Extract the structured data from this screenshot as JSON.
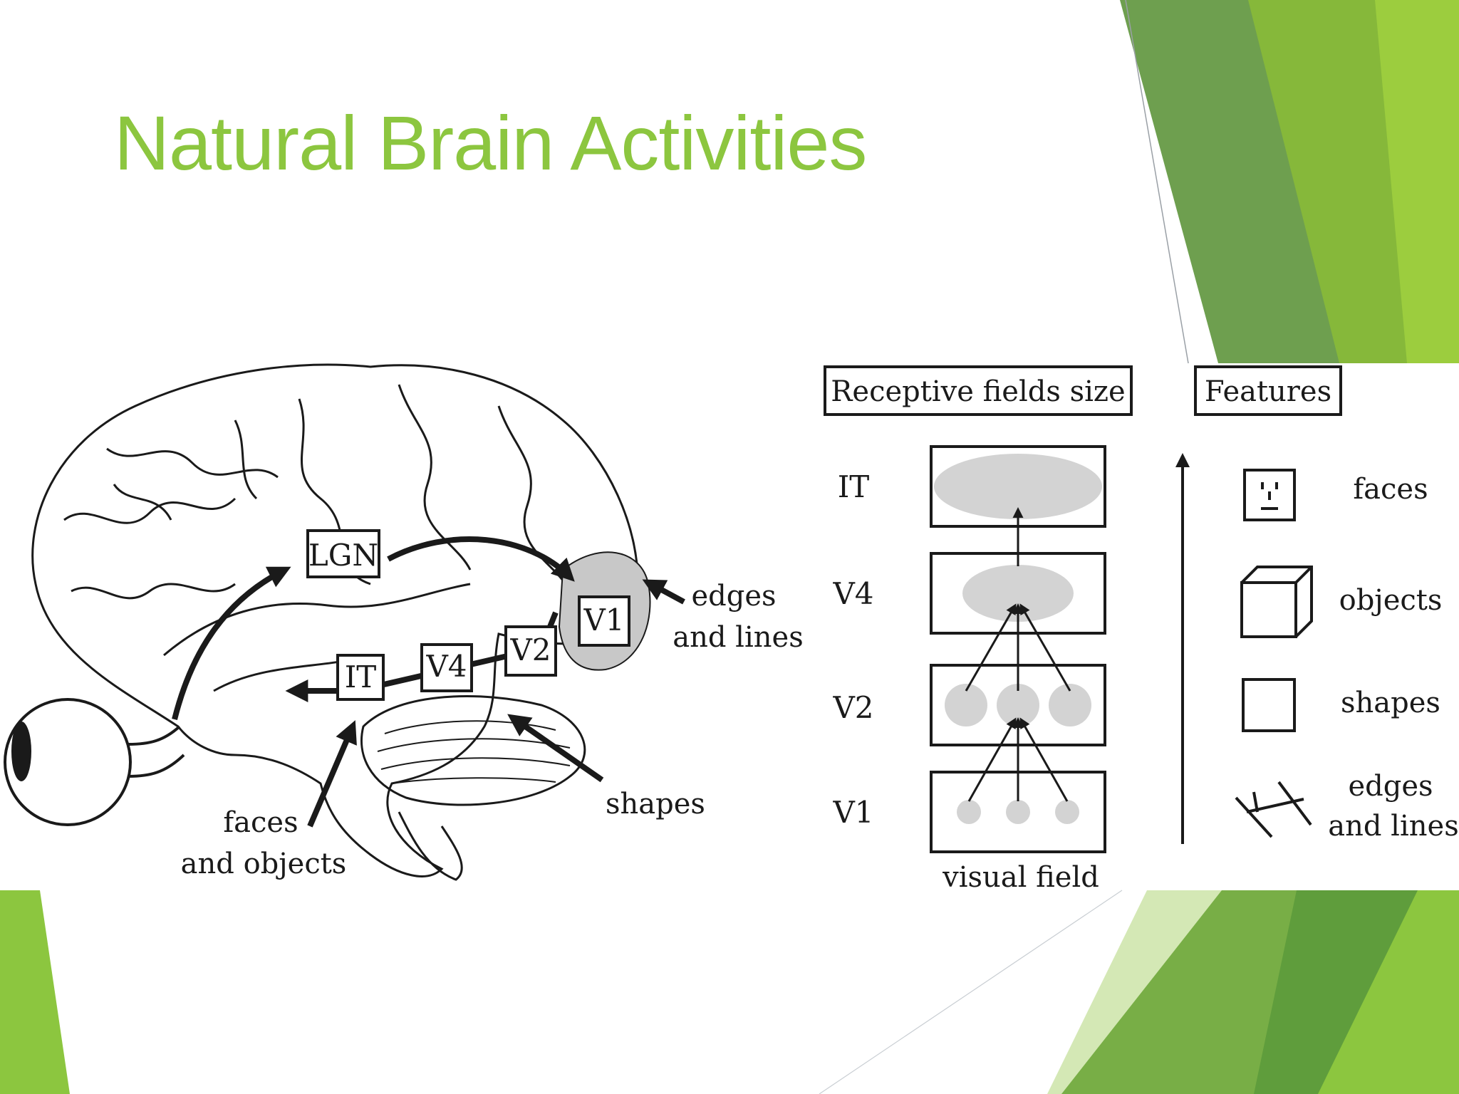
{
  "slide": {
    "title": "Natural Brain Activities",
    "accent_color": "#8cc63f"
  },
  "brain_diagram": {
    "areas": {
      "lgn": "LGN",
      "v1": "V1",
      "v2": "V2",
      "v4": "V4",
      "it": "IT"
    },
    "annotations": {
      "edges_line1": "edges",
      "edges_line2": "and lines",
      "shapes": "shapes",
      "faces_line1": "faces",
      "faces_line2": "and objects"
    }
  },
  "hierarchy_diagram": {
    "header_receptive": "Receptive fields size",
    "header_features": "Features",
    "levels": [
      "IT",
      "V4",
      "V2",
      "V1"
    ],
    "visual_field_label": "visual field",
    "features": [
      {
        "label": "faces",
        "icon": "face-icon"
      },
      {
        "label": "objects",
        "icon": "cube-icon"
      },
      {
        "label": "shapes",
        "icon": "square-icon"
      },
      {
        "label_line1": "edges",
        "label_line2": "and lines",
        "icon": "edges-lines-icon"
      }
    ]
  }
}
